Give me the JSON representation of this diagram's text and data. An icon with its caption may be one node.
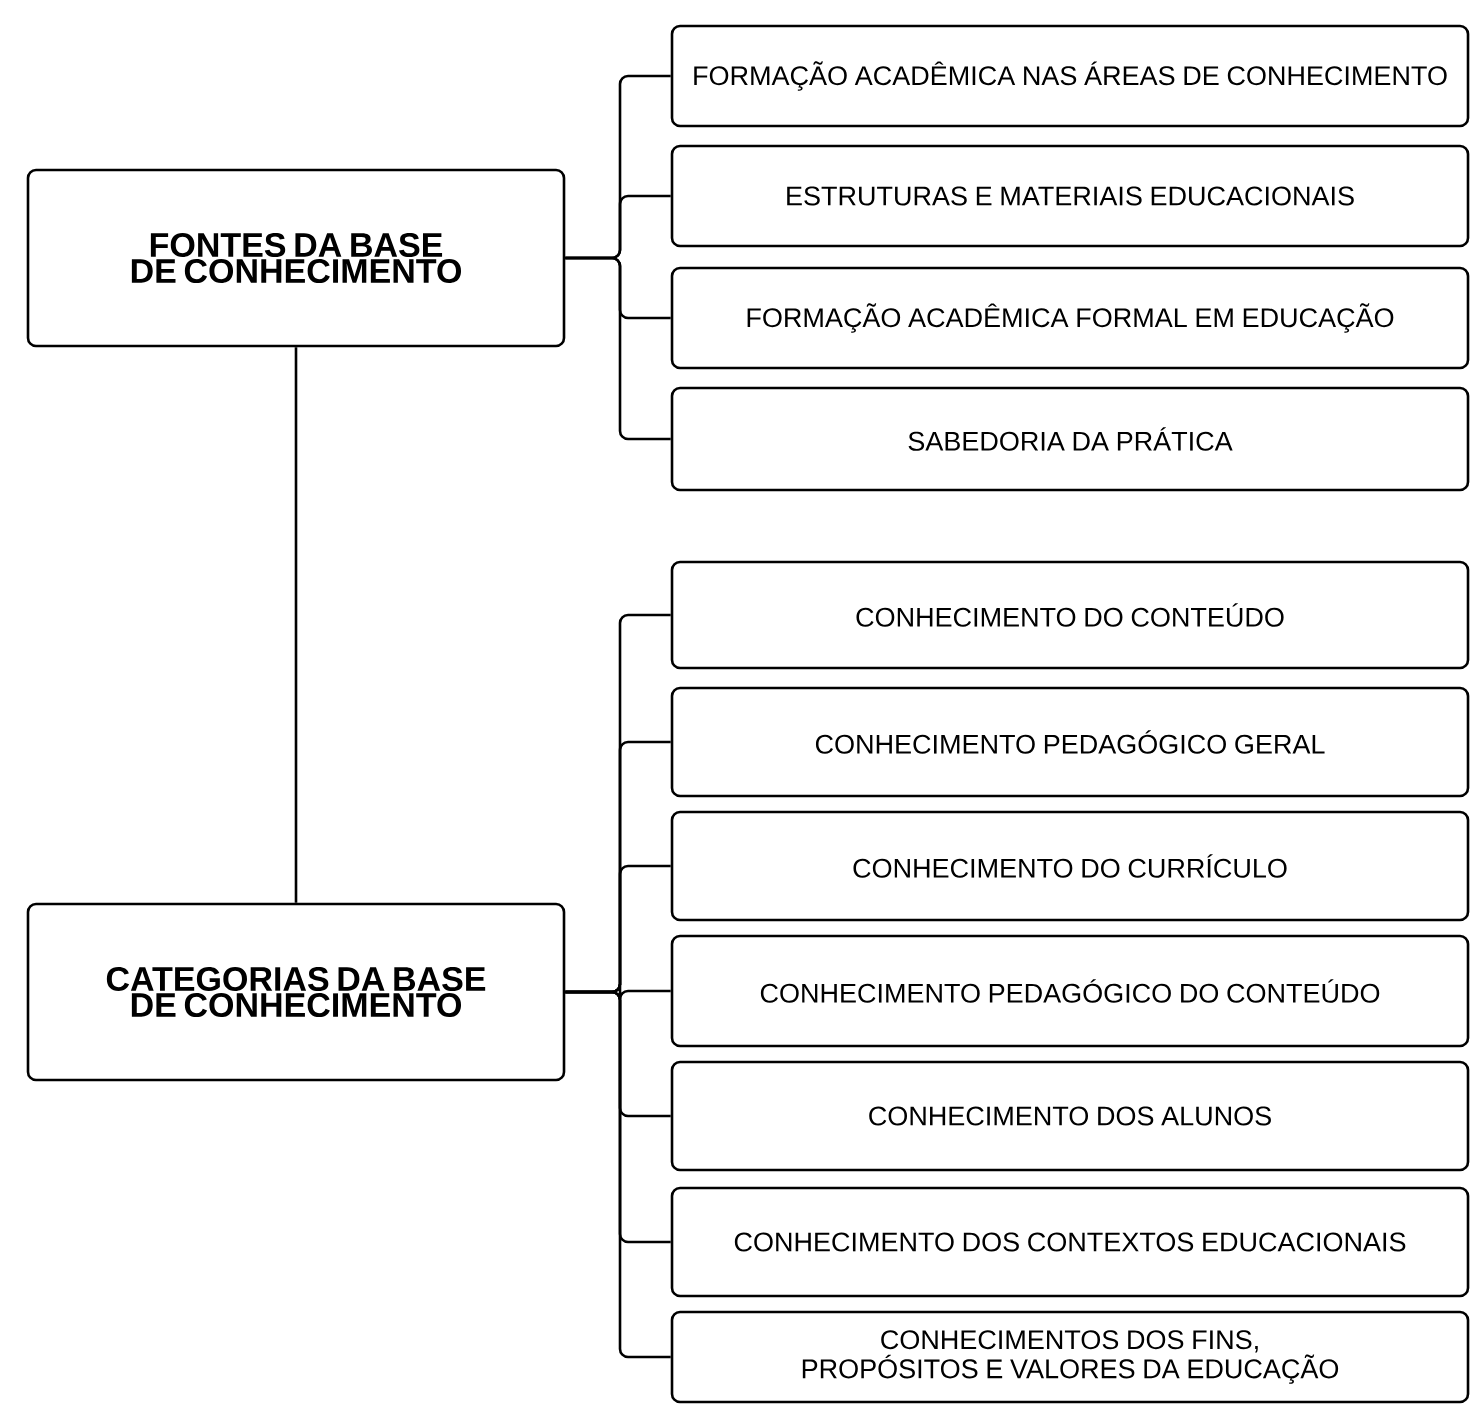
{
  "diagram": {
    "nodes": [
      {
        "text": [
          "FONTES DA BASE DE CONHECIMENTO"
        ]
      },
      {
        "text": [
          "FORMAÇÃO ACADÊMICA NAS ÁREAS DE CONHECIMENTO"
        ]
      },
      {
        "text": [
          "ESTRUTURAS E MATERIAIS EDUCACIONAIS"
        ]
      },
      {
        "text": [
          "FORMAÇÃO ACADÊMICA FORMAL EM EDUCAÇÃO"
        ]
      },
      {
        "text": [
          "SABEDORIA DA PRÁTICA"
        ]
      },
      {
        "text": [
          "CATEGORIAS DA BASE DE CONHECIMENTO"
        ]
      },
      {
        "text": [
          "CONHECIMENTO DO CONTEÚDO"
        ]
      },
      {
        "text": [
          "CONHECIMENTO PEDAGÓGICO GERAL"
        ]
      },
      {
        "text": [
          "CONHECIMENTO DO CURRÍCULO"
        ]
      },
      {
        "text": [
          "CONHECIMENTO PEDAGÓGICO DO CONTEÚDO"
        ]
      },
      {
        "text": [
          "CONHECIMENTO DOS ALUNOS"
        ]
      },
      {
        "text": [
          "CONHECIMENTO DOS CONTEXTOS EDUCACIONAIS"
        ]
      },
      {
        "text": [
          "CONHECIMENTOS DOS FINS, PROPÓSITOS E VALORES DA EDUCAÇÃO"
        ]
      }
    ],
    "edges": [
      {
        "from": 0,
        "to": 5,
        "arrow": "none"
      },
      {
        "from": 0,
        "to": 1,
        "arrow": "none"
      },
      {
        "from": 0,
        "to": 2,
        "arrow": "none"
      },
      {
        "from": 0,
        "to": 3,
        "arrow": "none"
      },
      {
        "from": 0,
        "to": 4,
        "arrow": "none"
      },
      {
        "from": 5,
        "to": 6,
        "arrow": "none"
      },
      {
        "from": 5,
        "to": 7,
        "arrow": "none"
      },
      {
        "from": 5,
        "to": 8,
        "arrow": "none"
      },
      {
        "from": 5,
        "to": 9,
        "arrow": "none"
      },
      {
        "from": 5,
        "to": 10,
        "arrow": "none"
      },
      {
        "from": 5,
        "to": 11,
        "arrow": "none"
      },
      {
        "from": 5,
        "to": 12,
        "arrow": "none"
      }
    ]
  }
}
